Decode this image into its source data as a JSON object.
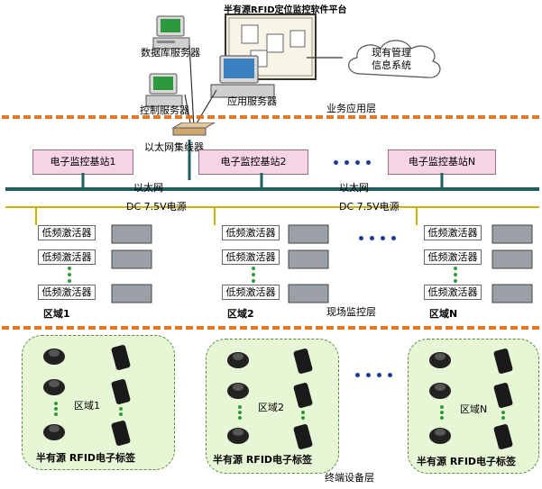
{
  "title": "半有源RFID定位监控软件平台",
  "servers": {
    "db_label": "数据库服务器",
    "ctrl_label": "控制服务器",
    "app_label": "应用服务器",
    "hub_label": "以太网集线器"
  },
  "cloud_label_line1": "现有管理",
  "cloud_label_line2": "信息系统",
  "layers": {
    "business": "业务应用层",
    "field": "现场监控层",
    "terminal": "终端设备层"
  },
  "stations": [
    "电子监控基站1",
    "电子监控基站2",
    "电子监控基站N"
  ],
  "ethernet_label": "以太网",
  "dc_label": "DC 7.5V电源",
  "activator_label": "低频激活器",
  "zones": [
    "区域1",
    "区域2",
    "区域N"
  ],
  "tag_label": "半有源 RFID电子标签",
  "colors": {
    "dash": "#e07820",
    "station_fill": "#f7d3e6",
    "bus_green": "#2f9a3c",
    "bus_yellow": "#c8b400",
    "bus_teal": "#1f5f5f",
    "zone_fill": "#e7f7d5"
  }
}
